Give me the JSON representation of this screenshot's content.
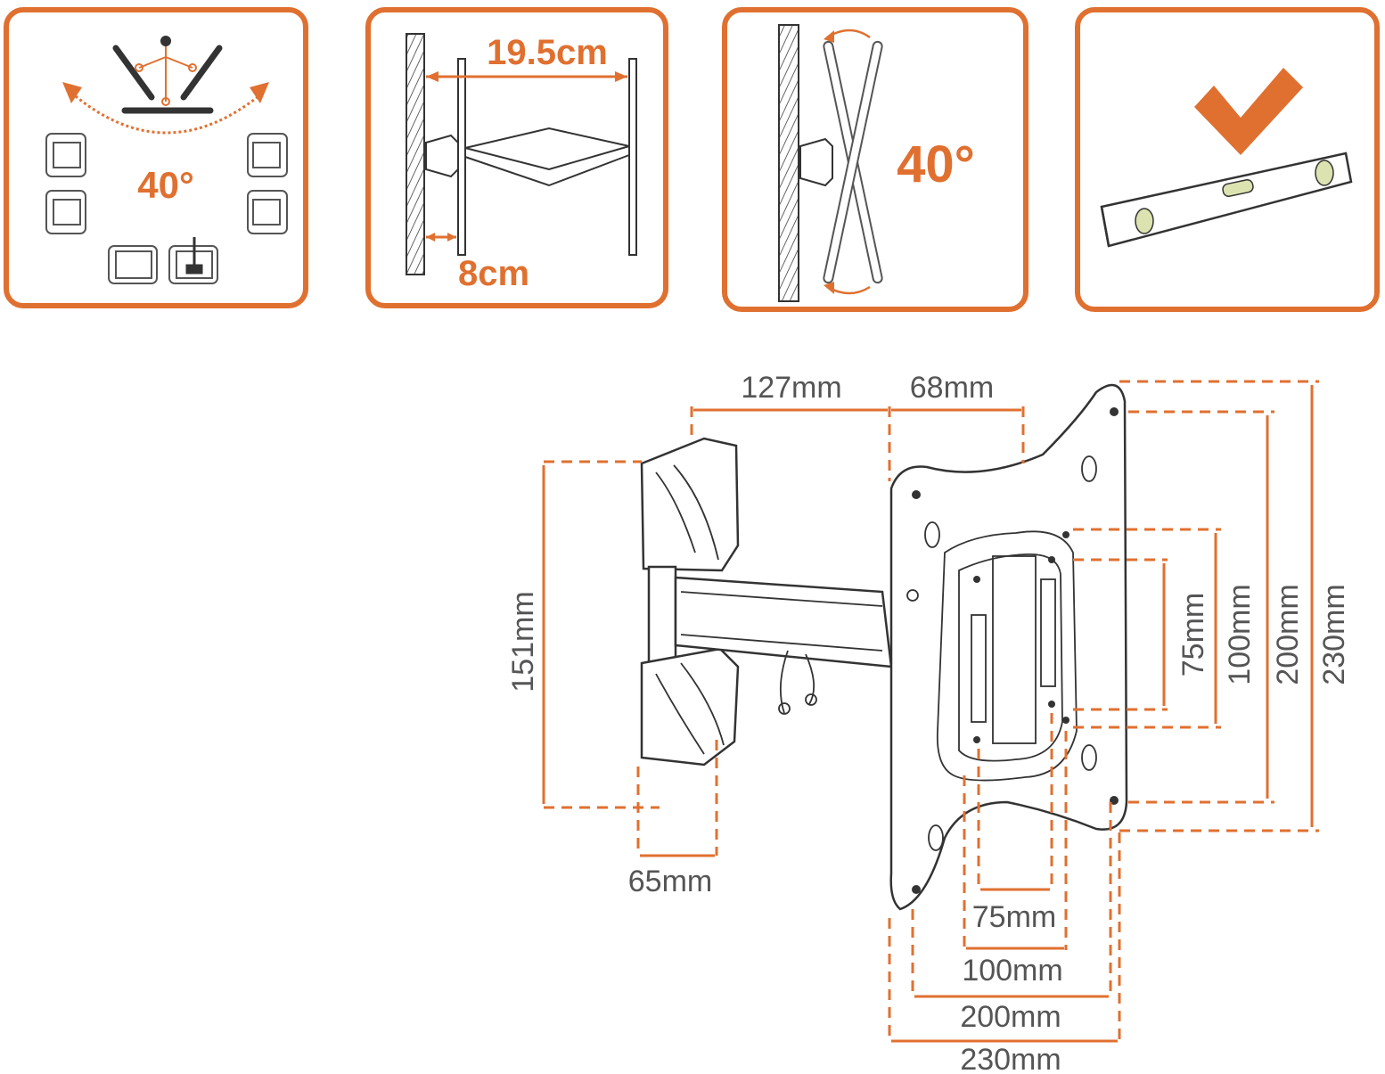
{
  "panels": {
    "swivel": {
      "angle_label": "40°"
    },
    "extension": {
      "max_label": "19.5cm",
      "min_label": "8cm"
    },
    "tilt": {
      "angle_label": "40°"
    },
    "level": {
      "icon": "checkmark-level-icon"
    }
  },
  "dimensions": {
    "arm_length": "127mm",
    "plate_depth": "68mm",
    "wall_plate_height": "151mm",
    "wall_plate_width": "65mm",
    "vesa_h_75": "75mm",
    "vesa_h_100": "100mm",
    "vesa_h_200": "200mm",
    "plate_w_230": "230mm",
    "vesa_v_75": "75mm",
    "vesa_v_100": "100mm",
    "vesa_v_200": "200mm",
    "plate_h_230": "230mm"
  },
  "colors": {
    "accent": "#e07030",
    "line": "#333333",
    "text": "#555555"
  }
}
